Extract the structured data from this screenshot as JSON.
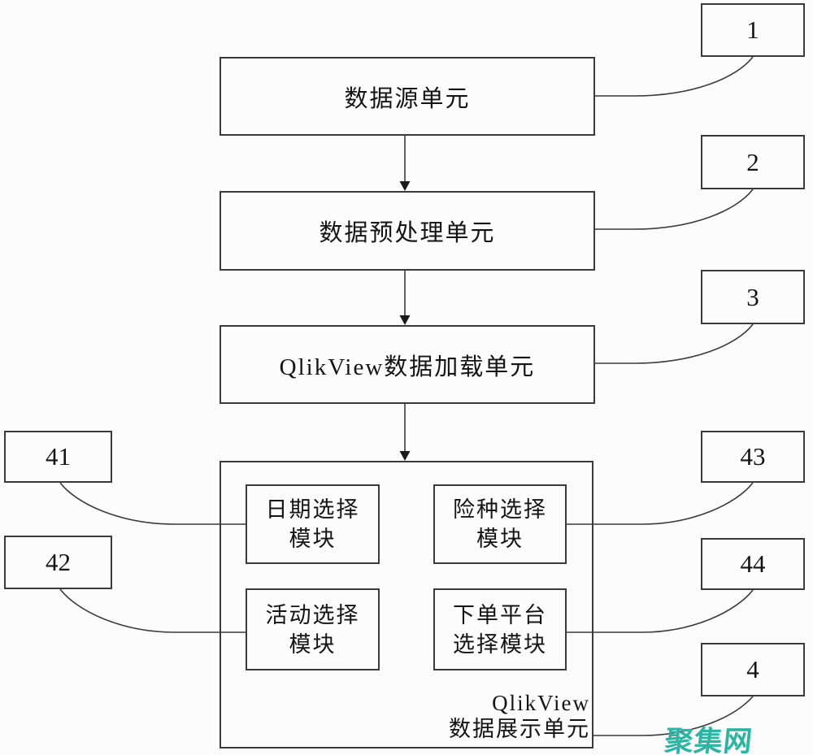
{
  "figure": {
    "background": "#fcfcfc",
    "line_color": "#3a3a3a"
  },
  "nodes": {
    "data_source": {
      "label": "数据源单元",
      "ref": "1"
    },
    "preprocess": {
      "label": "数据预处理单元",
      "ref": "2"
    },
    "qlik_load": {
      "label": "QlikView数据加载单元",
      "ref": "3"
    },
    "qlik_display": {
      "label_line1": "QlikView",
      "label_line2": "数据展示单元",
      "ref": "4"
    },
    "date_select": {
      "label_line1": "日期选择",
      "label_line2": "模块",
      "ref": "41"
    },
    "activity_select": {
      "label_line1": "活动选择",
      "label_line2": "模块",
      "ref": "42"
    },
    "insurance_select": {
      "label_line1": "险种选择",
      "label_line2": "模块",
      "ref": "43"
    },
    "platform_select": {
      "label_line1": "下单平台",
      "label_line2": "选择模块",
      "ref": "44"
    }
  },
  "watermark": {
    "text": "聚集网",
    "color": "#2bb5a3"
  }
}
